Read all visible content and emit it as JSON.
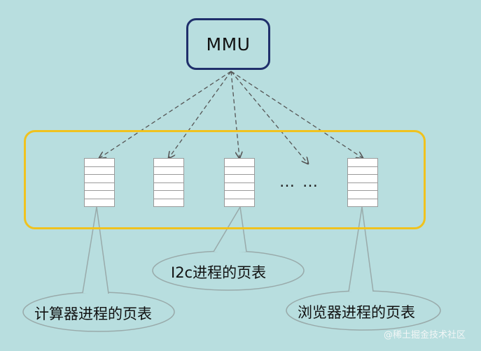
{
  "mmu": {
    "label": "MMU"
  },
  "ellipsis": "… …",
  "callouts": [
    {
      "label": "计算器进程的页表"
    },
    {
      "label": "I2c进程的页表"
    },
    {
      "label": "浏览器进程的页表"
    }
  ],
  "watermark": "@稀土掘金技术社区",
  "colors": {
    "background": "#b8dedf",
    "mmu_border": "#1f2f6b",
    "container_border": "#f0c21e",
    "arrow": "#555555"
  }
}
